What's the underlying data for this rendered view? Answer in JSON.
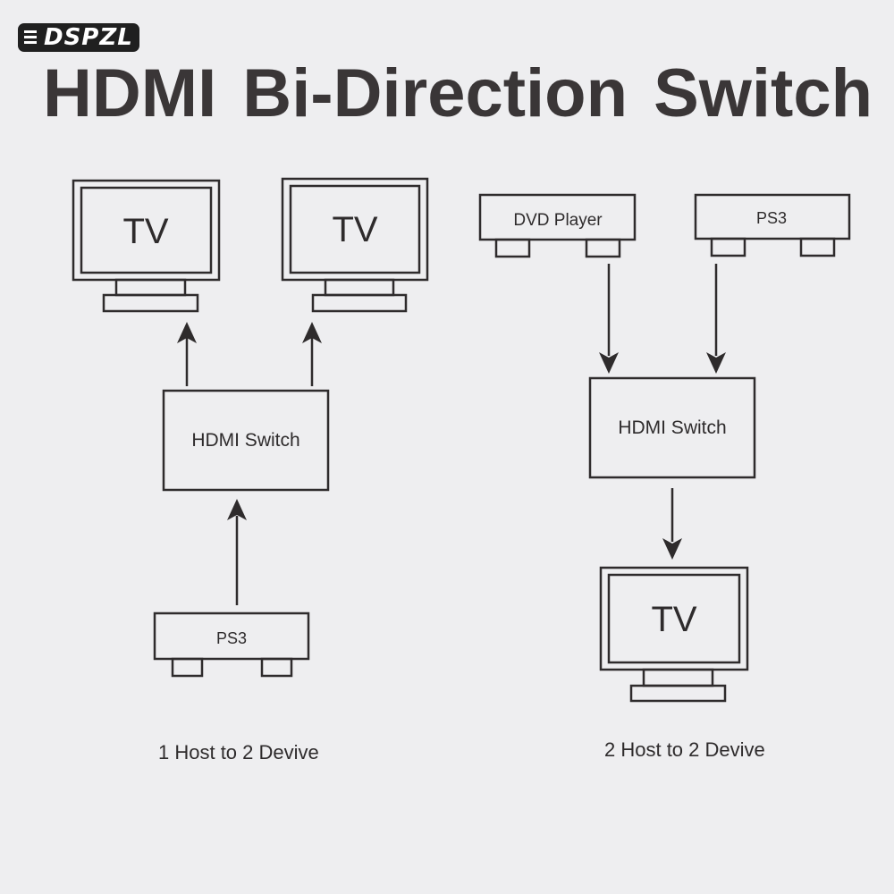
{
  "brand": {
    "logo_text": "DSPZL"
  },
  "title": "HDMI  Bi-Direction Switch",
  "left": {
    "tv1_label": "TV",
    "tv2_label": "TV",
    "switch_label": "HDMI Switch",
    "source_label": "PS3",
    "caption": "1 Host to 2 Devive"
  },
  "right": {
    "dvd_label": "DVD Player",
    "ps3_label": "PS3",
    "switch_label": "HDMI Switch",
    "tv_label": "TV",
    "caption": "2 Host to 2 Devive"
  }
}
